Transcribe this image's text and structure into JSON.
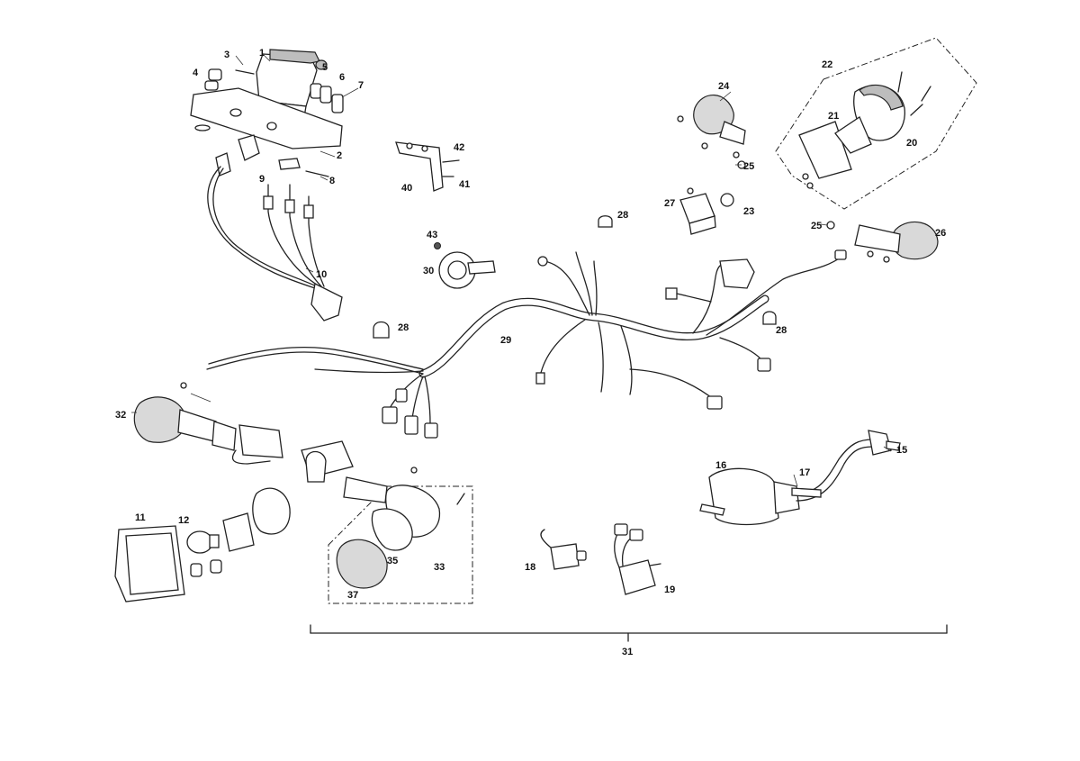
{
  "callouts": {
    "c1": "1",
    "c2": "2",
    "c3": "3",
    "c4": "4",
    "c5": "5",
    "c6": "6",
    "c7": "7",
    "c8": "8",
    "c9": "9",
    "c10": "10",
    "c11": "11",
    "c12": "12",
    "c15": "15",
    "c16": "16",
    "c17": "17",
    "c18": "18",
    "c19": "19",
    "c20": "20",
    "c21": "21",
    "c22": "22",
    "c23": "23",
    "c24": "24",
    "c25a": "25",
    "c25b": "25",
    "c26": "26",
    "c27": "27",
    "c28a": "28",
    "c28b": "28",
    "c28c": "28",
    "c29": "29",
    "c30": "30",
    "c31": "31",
    "c32": "32",
    "c33": "33",
    "c35": "35",
    "c37": "37",
    "c40": "40",
    "c41": "41",
    "c42": "42",
    "c43": "43"
  }
}
